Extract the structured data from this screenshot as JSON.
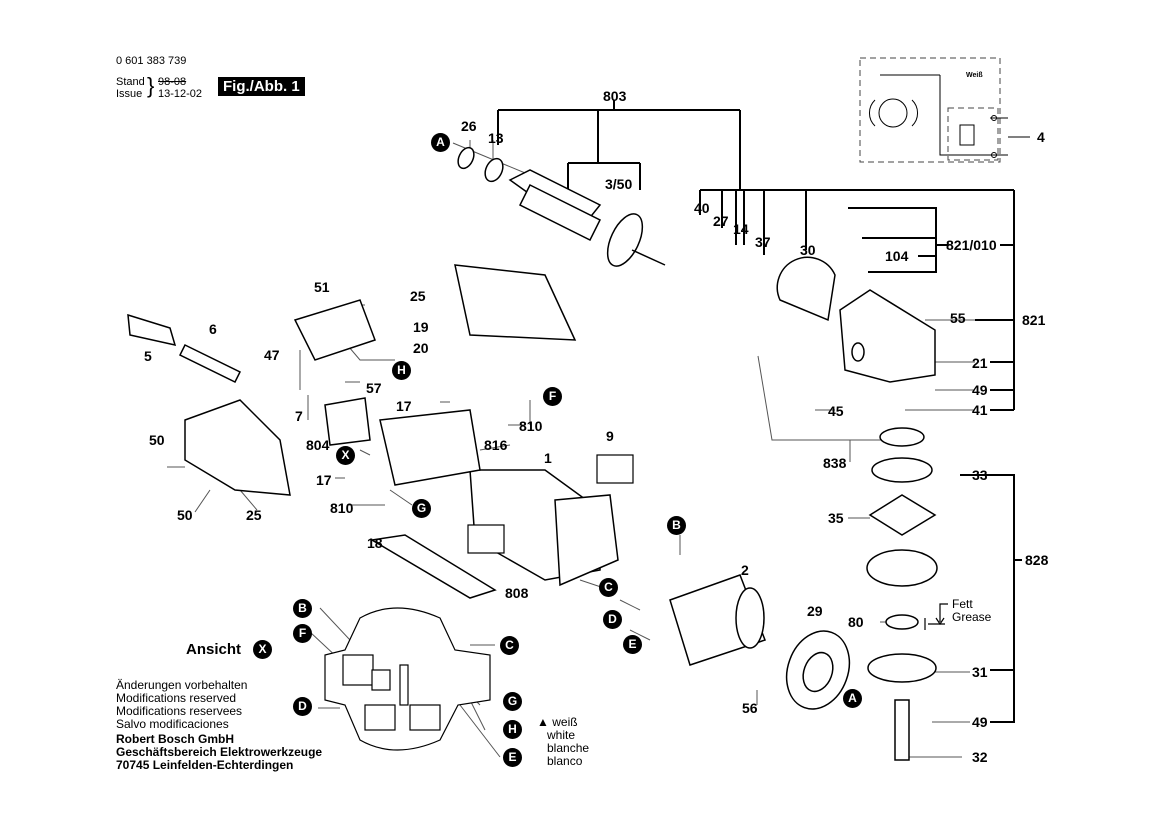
{
  "header": {
    "part_number": "0 601 383 739",
    "stand_label": "Stand",
    "issue_label": "Issue",
    "stand_date": "98-08",
    "issue_date": "13-12-02",
    "figure_label": "Fig./Abb. 1"
  },
  "wiring": {
    "weiss_label": "Weiß",
    "part_ref": "4"
  },
  "part_labels": [
    {
      "id": "803",
      "text": "803"
    },
    {
      "id": "26",
      "text": "26"
    },
    {
      "id": "13",
      "text": "13"
    },
    {
      "id": "3/50",
      "text": "3/50"
    },
    {
      "id": "40",
      "text": "40"
    },
    {
      "id": "27",
      "text": "27"
    },
    {
      "id": "14",
      "text": "14"
    },
    {
      "id": "37",
      "text": "37"
    },
    {
      "id": "30",
      "text": "30"
    },
    {
      "id": "821/010",
      "text": "821/010"
    },
    {
      "id": "104",
      "text": "104"
    },
    {
      "id": "821",
      "text": "821"
    },
    {
      "id": "55",
      "text": "55"
    },
    {
      "id": "21",
      "text": "21"
    },
    {
      "id": "49a",
      "text": "49"
    },
    {
      "id": "41",
      "text": "41"
    },
    {
      "id": "45",
      "text": "45"
    },
    {
      "id": "838",
      "text": "838"
    },
    {
      "id": "33",
      "text": "33"
    },
    {
      "id": "35",
      "text": "35"
    },
    {
      "id": "828",
      "text": "828"
    },
    {
      "id": "80",
      "text": "80"
    },
    {
      "id": "31",
      "text": "31"
    },
    {
      "id": "49b",
      "text": "49"
    },
    {
      "id": "32",
      "text": "32"
    },
    {
      "id": "29",
      "text": "29"
    },
    {
      "id": "2",
      "text": "2"
    },
    {
      "id": "56",
      "text": "56"
    },
    {
      "id": "51",
      "text": "51"
    },
    {
      "id": "25a",
      "text": "25"
    },
    {
      "id": "19",
      "text": "19"
    },
    {
      "id": "20",
      "text": "20"
    },
    {
      "id": "5",
      "text": "5"
    },
    {
      "id": "6",
      "text": "6"
    },
    {
      "id": "47",
      "text": "47"
    },
    {
      "id": "57",
      "text": "57"
    },
    {
      "id": "7",
      "text": "7"
    },
    {
      "id": "17a",
      "text": "17"
    },
    {
      "id": "810a",
      "text": "810"
    },
    {
      "id": "816",
      "text": "816"
    },
    {
      "id": "804",
      "text": "804"
    },
    {
      "id": "1",
      "text": "1"
    },
    {
      "id": "9",
      "text": "9"
    },
    {
      "id": "17b",
      "text": "17"
    },
    {
      "id": "810b",
      "text": "810"
    },
    {
      "id": "50a",
      "text": "50"
    },
    {
      "id": "50b",
      "text": "50"
    },
    {
      "id": "25b",
      "text": "25"
    },
    {
      "id": "18",
      "text": "18"
    },
    {
      "id": "808",
      "text": "808"
    }
  ],
  "connector_markers": [
    {
      "id": "A1",
      "text": "A"
    },
    {
      "id": "A2",
      "text": "A"
    },
    {
      "id": "B1",
      "text": "B"
    },
    {
      "id": "B2",
      "text": "B"
    },
    {
      "id": "C1",
      "text": "C"
    },
    {
      "id": "C2",
      "text": "C"
    },
    {
      "id": "D1",
      "text": "D"
    },
    {
      "id": "D2",
      "text": "D"
    },
    {
      "id": "E1",
      "text": "E"
    },
    {
      "id": "E2",
      "text": "E"
    },
    {
      "id": "F1",
      "text": "F"
    },
    {
      "id": "F2",
      "text": "F"
    },
    {
      "id": "G1",
      "text": "G"
    },
    {
      "id": "G2",
      "text": "G"
    },
    {
      "id": "H1",
      "text": "H"
    },
    {
      "id": "H2",
      "text": "H"
    },
    {
      "id": "X1",
      "text": "X"
    },
    {
      "id": "X2",
      "text": "X"
    }
  ],
  "grease_note": {
    "line1": "Fett",
    "line2": "Grease"
  },
  "ansicht": {
    "label": "Ansicht"
  },
  "legend_white": {
    "marker": "▲",
    "de": "weiß",
    "en": "white",
    "fr": "blanche",
    "es": "blanco"
  },
  "footer": {
    "notes": [
      "Änderungen vorbehalten",
      "Modifications reserved",
      "Modifications reservees",
      "Salvo modificaciones"
    ],
    "company": "Robert Bosch GmbH",
    "division": "Geschäftsbereich Elektrowerkzeuge",
    "address": "70745 Leinfelden-Echterdingen"
  }
}
